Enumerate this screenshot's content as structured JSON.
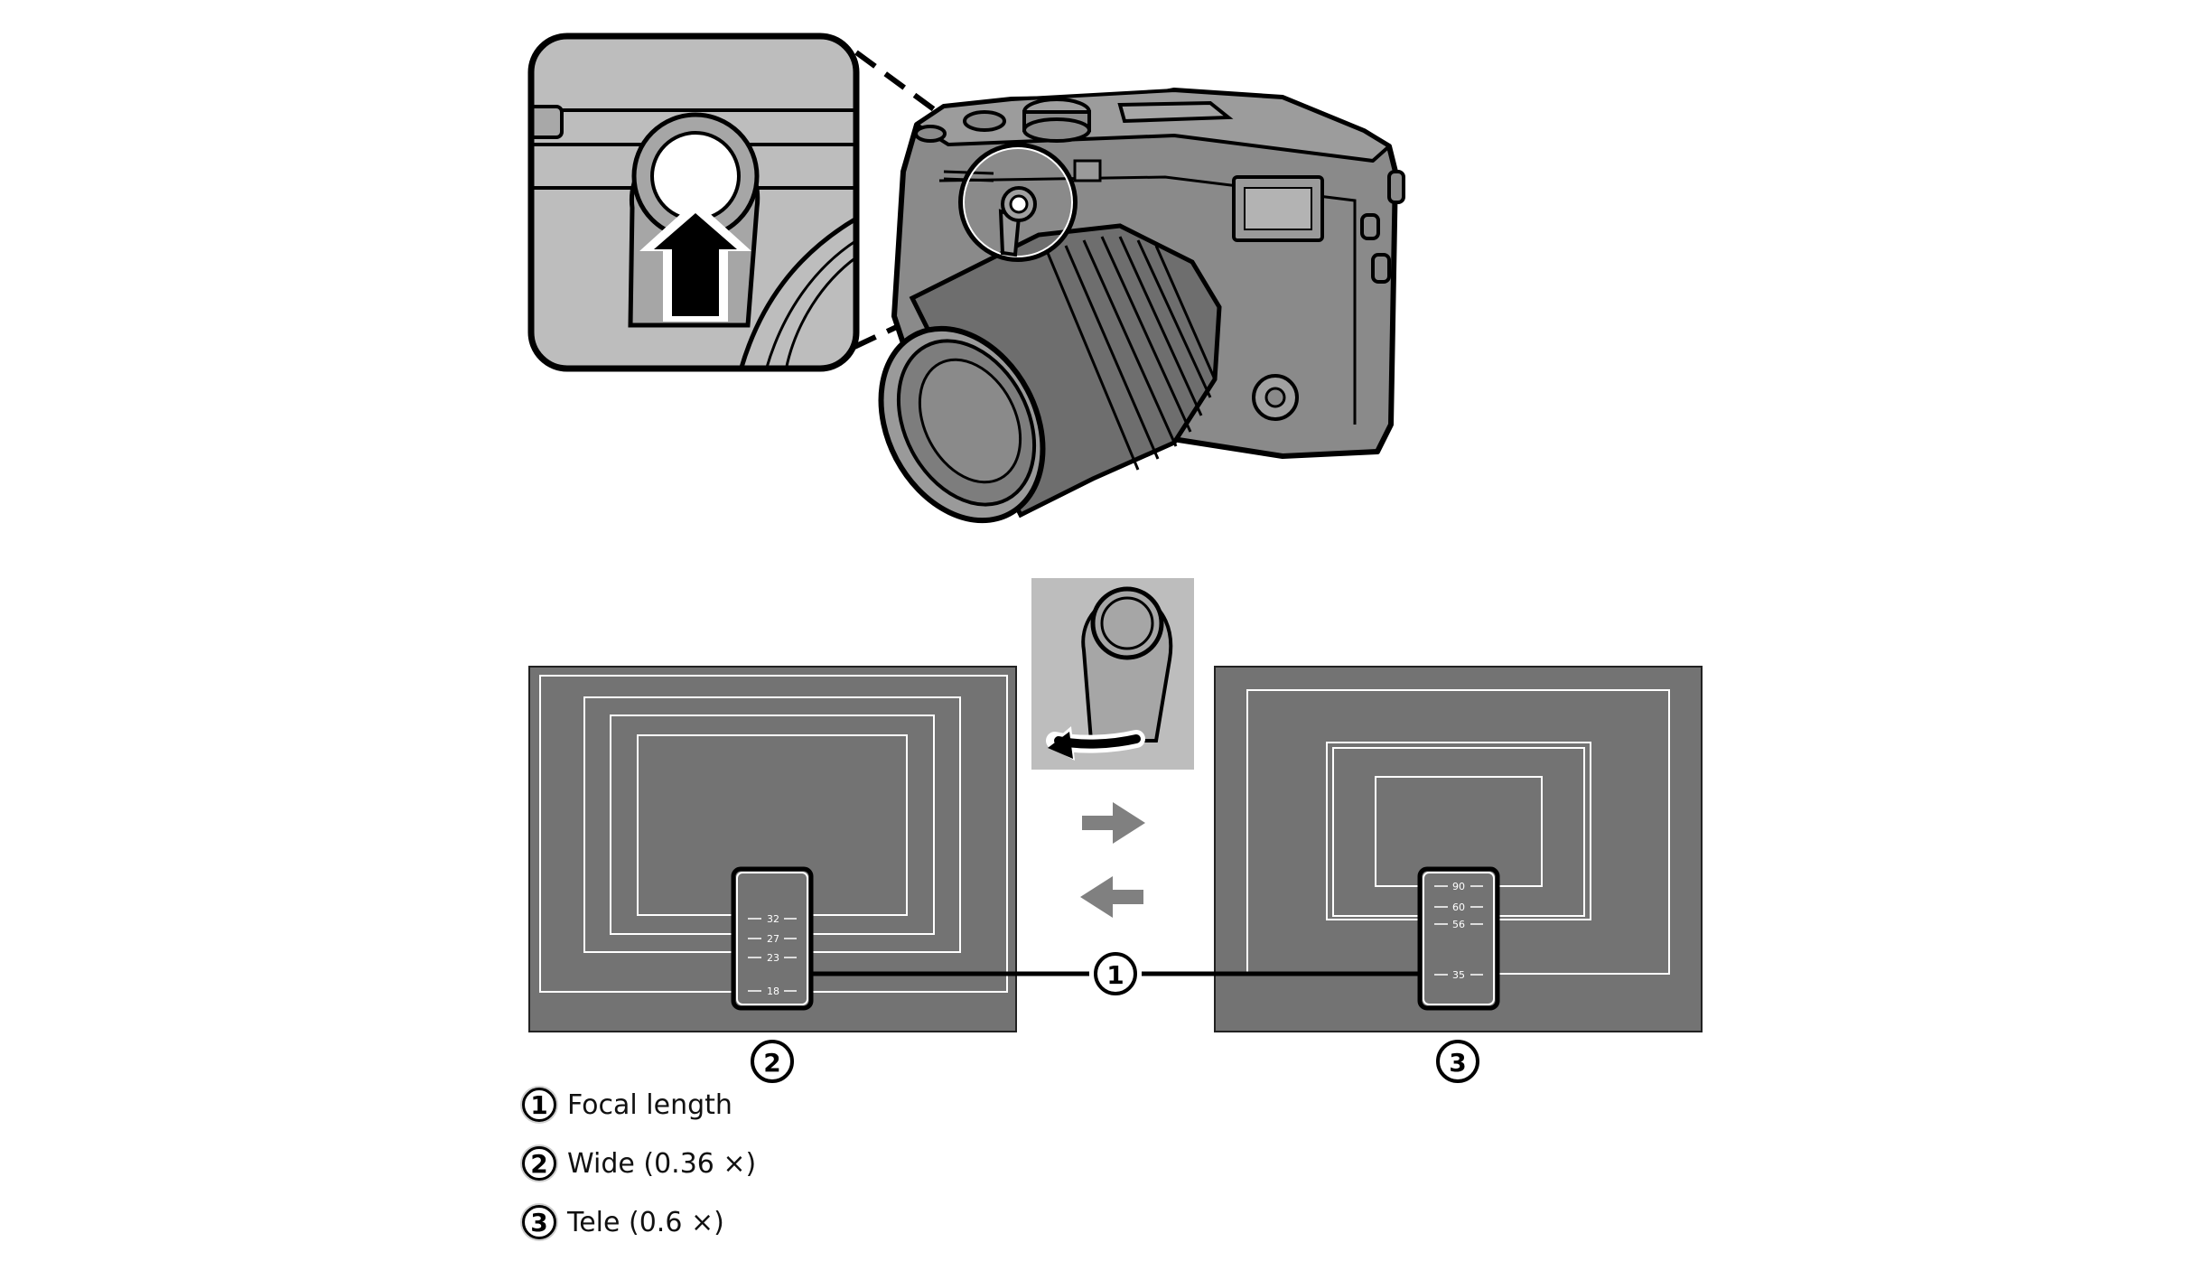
{
  "colors": {
    "screen_bg": "#737373",
    "camera_body": "#8a8a8a",
    "frame_line": "#ffffff",
    "arrow_gray": "#808080",
    "outline": "#000000"
  },
  "callouts": {
    "focal": "1",
    "wide": "2",
    "tele": "3"
  },
  "wide_scale": [
    "32",
    "27",
    "23",
    "18"
  ],
  "tele_scale": [
    "90",
    "60",
    "56",
    "35"
  ],
  "legend": [
    {
      "num": "1",
      "label": "Focal length"
    },
    {
      "num": "2",
      "label": "Wide (0.36 ×)"
    },
    {
      "num": "3",
      "label": "Tele (0.6 ×)"
    }
  ]
}
